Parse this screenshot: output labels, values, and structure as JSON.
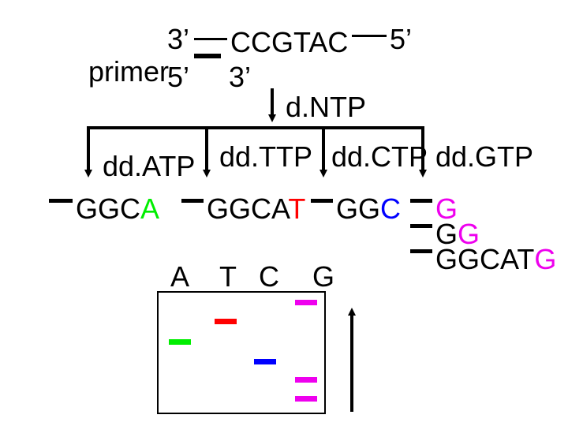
{
  "template": {
    "end_3": "3’",
    "sequence": "CCGTAC",
    "end_5": "5’"
  },
  "primer": {
    "label": "primer",
    "end_5": "5’",
    "end_3": "3’"
  },
  "dntp_label": "d.NTP",
  "ddntp": {
    "a": "dd.ATP",
    "t": "dd.TTP",
    "c": "dd.CTP",
    "g": "dd.GTP"
  },
  "products": {
    "a": {
      "prefix": "GGC",
      "term": "A"
    },
    "t": {
      "prefix": "GGCA",
      "term": "T"
    },
    "c": {
      "prefix": "GG",
      "term": "C"
    },
    "g1": {
      "prefix": "",
      "term": "G"
    },
    "g2": {
      "prefix": "G",
      "term": "G"
    },
    "g3": {
      "prefix": "GGCAT",
      "term": "G"
    }
  },
  "gel": {
    "lanes": [
      "A",
      "T",
      "C",
      "G"
    ]
  },
  "colors": {
    "A": "#00ee00",
    "T": "#ff0000",
    "C": "#0000ff",
    "G": "#ee00ee",
    "line": "#000000"
  }
}
